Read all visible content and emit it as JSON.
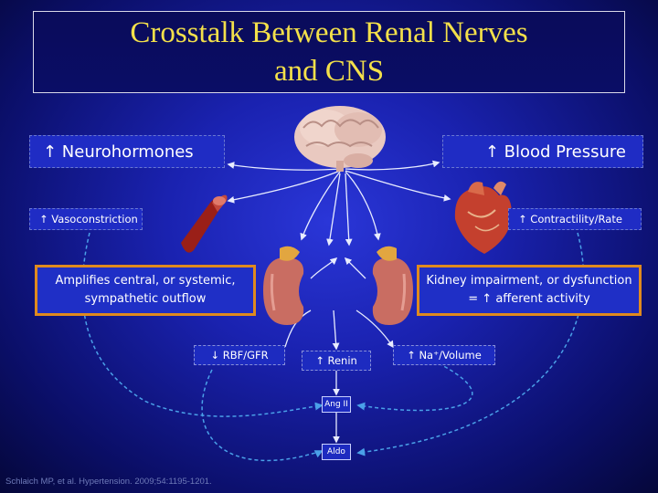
{
  "title": "Crosstalk Between Renal Nerves\nand CNS",
  "labels": {
    "neurohormones": "↑ Neurohormones",
    "blood_pressure": "↑ Blood Pressure",
    "vasoconstriction": "↑ Vasoconstriction",
    "contractility": "↑ Contractility/Rate",
    "amplifies_line1": "Amplifies central, or systemic,",
    "amplifies_line2": "sympathetic outflow",
    "kidney_line1": "Kidney impairment, or dysfunction",
    "kidney_line2": "= ↑ afferent activity",
    "rbf": "↓ RBF/GFR",
    "renin": "↑ Renin",
    "na_volume": "↑ Na⁺/Volume",
    "ang": "Ang II",
    "aldo": "Aldo"
  },
  "citation": "Schlaich MP, et al. Hypertension. 2009;54:1195-1201.",
  "colors": {
    "title_text": "#f3e04a",
    "box_border_orange": "#e08a1e",
    "arrow_dashed": "#4aa0e8",
    "arrow_solid": "#e8ecff"
  },
  "icons": [
    "brain-icon",
    "blood-vessel-icon",
    "heart-icon",
    "kidney-left-icon",
    "kidney-right-icon"
  ]
}
